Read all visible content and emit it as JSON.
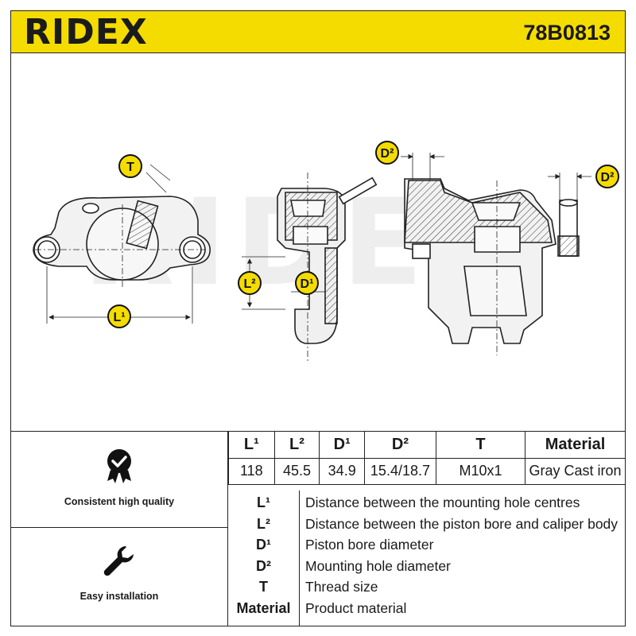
{
  "header": {
    "brand": "RIDEX",
    "part_number": "78B0813"
  },
  "drawing": {
    "watermark": "RIDEX",
    "dim_labels": {
      "T": "T",
      "L1": "L¹",
      "L2": "L²",
      "D1": "D¹",
      "D2_left": "D²",
      "D2_right": "D²"
    }
  },
  "features": [
    {
      "label": "Consistent high quality",
      "icon": "quality-check-badge-icon"
    },
    {
      "label": "Easy installation",
      "icon": "wrench-icon"
    }
  ],
  "spec_table": {
    "headers": [
      "L¹",
      "L²",
      "D¹",
      "D²",
      "T",
      "Material"
    ],
    "values": [
      "118",
      "45.5",
      "34.9",
      "15.4/18.7",
      "M10x1",
      "Gray Cast iron"
    ]
  },
  "legend": [
    {
      "key": "L¹",
      "desc": "Distance between the mounting hole centres"
    },
    {
      "key": "L²",
      "desc": "Distance between the piston bore and caliper body"
    },
    {
      "key": "D¹",
      "desc": "Piston bore diameter"
    },
    {
      "key": "D²",
      "desc": "Mounting hole diameter"
    },
    {
      "key": "T",
      "desc": "Thread size"
    },
    {
      "key": "Material",
      "desc": "Product material"
    }
  ],
  "colors": {
    "header_bg": "#f5dc00",
    "badge_bg": "#f5dc00",
    "ink": "#1a1a1a",
    "line": "#222222"
  }
}
